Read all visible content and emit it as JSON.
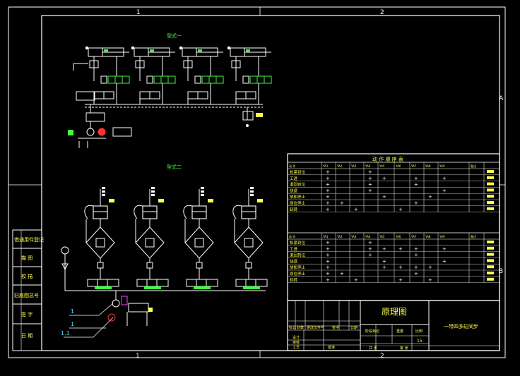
{
  "border": {
    "top_zones": [
      "1",
      "2"
    ],
    "bottom_zones": [
      "1",
      "2"
    ],
    "side_zones": [
      "A",
      "B"
    ]
  },
  "diagrams": {
    "scheme_one_label": "型式一",
    "scheme_two_label": "型式二"
  },
  "left_strip": {
    "rows": [
      "借通用件登记",
      "描 图",
      "校 描",
      "旧底图总号",
      "签 字",
      "日 期"
    ]
  },
  "action_table": {
    "title": "动 作 顺 序 表",
    "section1_headers": [
      "动 作",
      "YA1",
      "YA2",
      "YA3",
      "YA4",
      "YA5",
      "YA6",
      "YA7",
      "YA8",
      "YA9",
      "备注"
    ],
    "section1_rows": [
      "松紧到位",
      "工进",
      "退回到位",
      "快退",
      "放松停止",
      "原位停止",
      "卸荷"
    ],
    "section2_headers": [
      "动 作",
      "YA1",
      "YA2",
      "YA3",
      "YA4",
      "YA5",
      "YA6",
      "YA7",
      "YA8",
      "YA9",
      "备注"
    ],
    "section2_rows": [
      "松紧到位",
      "工进",
      "退回到位",
      "快退",
      "放松停止",
      "原位停止",
      "卸荷"
    ],
    "plus_symbol": "+"
  },
  "title_block": {
    "drawing_name": "原理图",
    "product_name": "一带四多缸同步",
    "labels": [
      "标记",
      "处数",
      "更改文件号",
      "签字",
      "日期"
    ],
    "stage_label": "阶段标记",
    "weight_label": "重量",
    "scale_label": "比例",
    "scale_value": "15",
    "designer_label": "设计",
    "checker_label": "审核",
    "process_label": "工艺",
    "approve_label": "批准",
    "sheet_label": "共 张",
    "page_label": "第 张"
  },
  "annotations": {
    "leader_1": "1",
    "leader_2": "1",
    "leader_3": "1.1"
  },
  "colors": {
    "background": "#000000",
    "frame": "#ffffff",
    "text_white": "#ffffff",
    "text_green": "#3cff3c",
    "text_yellow": "#ffff50",
    "text_cyan": "#50e6ff",
    "accent_red": "#ff3030",
    "accent_magenta": "#ff40ff"
  }
}
